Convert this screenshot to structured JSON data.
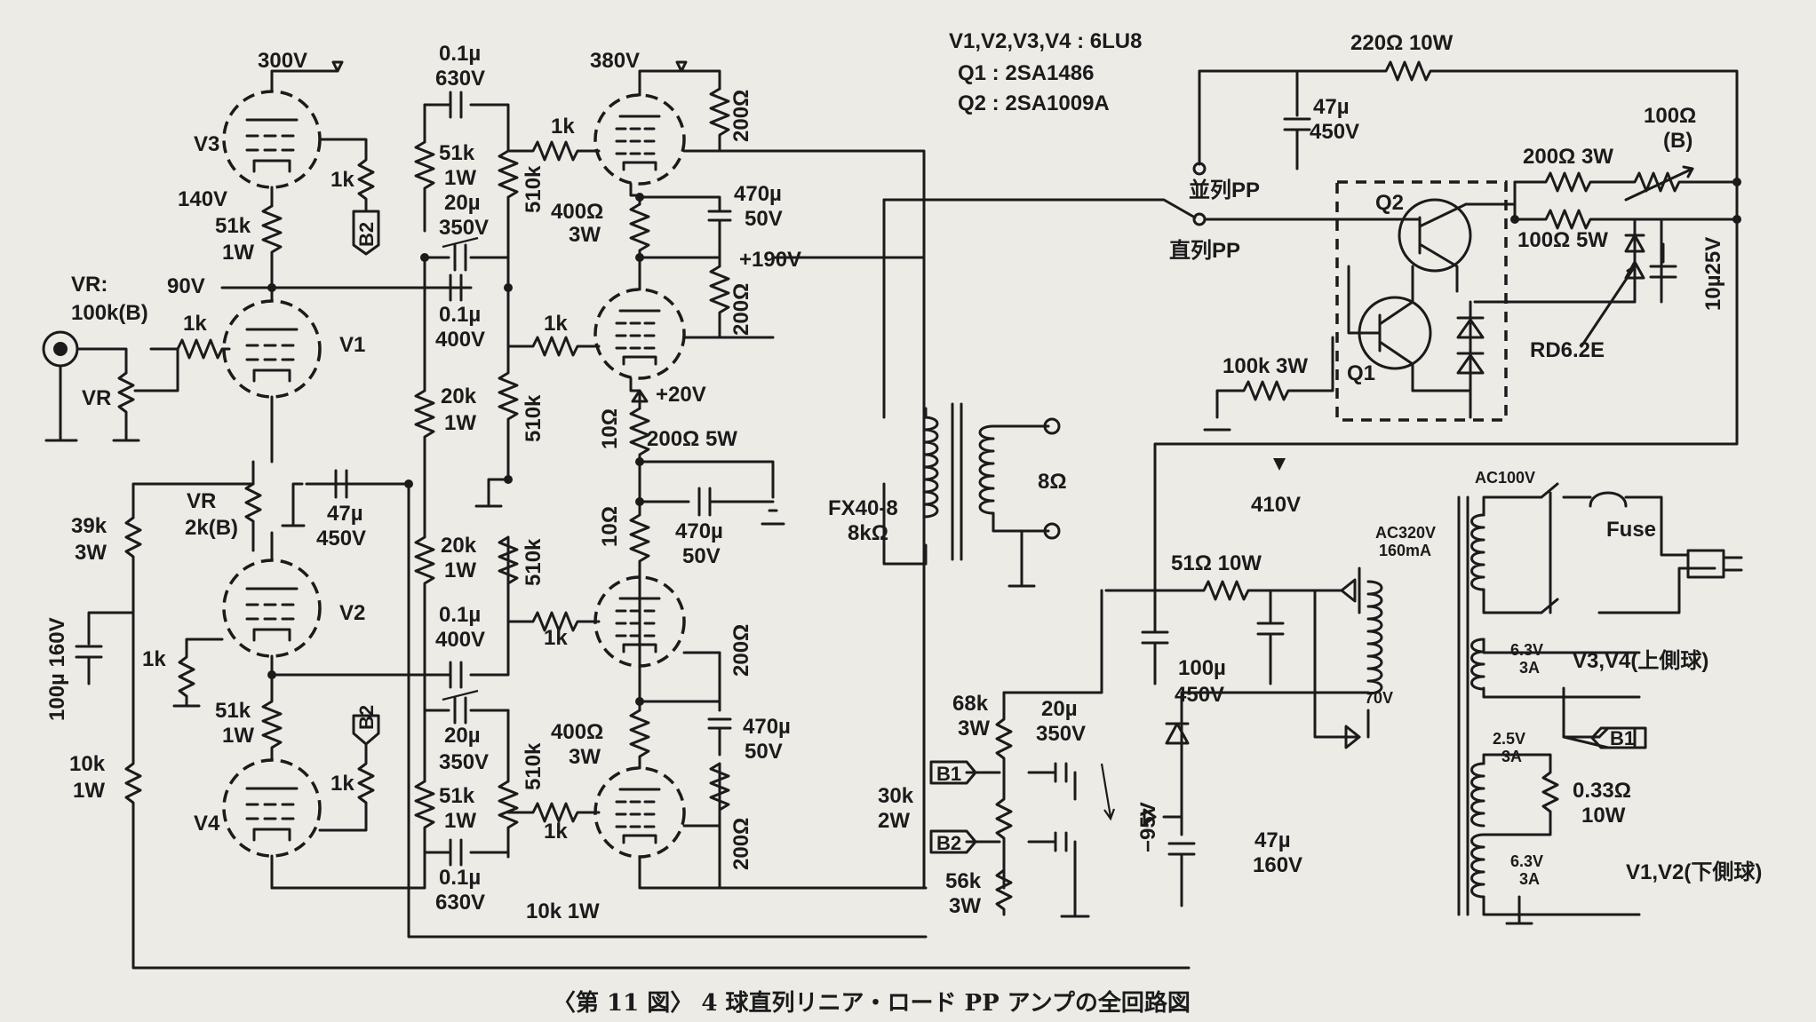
{
  "labels": {
    "tube_list": "V1,V2,V3,V4 : 6LU8",
    "q1_part": "Q1 : 2SA1486",
    "q2_part": "Q2 : 2SA1009A",
    "v300": "300V",
    "v380": "380V",
    "v140": "140V",
    "v90": "90V",
    "v190": "+190V",
    "v20": "+20V",
    "v410": "410V",
    "vneg95": "−95V",
    "v3": "V3",
    "v1": "V1",
    "v2": "V2",
    "v4": "V4",
    "vr_top_a": "VR:",
    "vr_top_b": "100k(B)",
    "vr_in": "VR",
    "vr2_a": "VR",
    "vr2_b": "2k(B)",
    "r1k_in": "1k",
    "r51k_a": "51k",
    "r1w_a": "1W",
    "r1k_v3": "1k",
    "b2_top": "B2",
    "c01_a": "0.1µ",
    "c630_a": "630V",
    "r51k_b": "51k",
    "r1w_b": "1W",
    "c20_a": "20µ",
    "c350_a": "350V",
    "r510k_a": "510k",
    "r1k_g1": "1k",
    "r200_a": "200Ω",
    "c470_a": "470µ",
    "c50_a": "50V",
    "r400_a": "400Ω",
    "r3w_a": "3W",
    "r200_b": "200Ω",
    "c01_b": "0.1µ",
    "c400_b": "400V",
    "r1k_g2": "1k",
    "r20k_a": "20k",
    "r1w_c": "1W",
    "r510k_b": "510k",
    "r10_a": "10Ω",
    "r200_5w": "200Ω 5W",
    "c470_b": "470µ",
    "c50_b": "50V",
    "r10_b": "10Ω",
    "r39k": "39k",
    "r3w_b": "3W",
    "c47_a": "47µ",
    "c450_a": "450V",
    "r20k_b": "20k",
    "r1w_d": "1W",
    "r510k_c": "510k",
    "c01_c": "0.1µ",
    "c400_c": "400V",
    "r1k_g3": "1k",
    "r200_c": "200Ω",
    "c100_160": "100µ 160V",
    "r1k_v2": "1k",
    "r51k_c": "51k",
    "r1w_e": "1W",
    "b2_mid": "B2",
    "c20_b": "20µ",
    "c350_b": "350V",
    "r400_b": "400Ω",
    "r3w_c": "3W",
    "c470_c": "470µ",
    "c50_c": "50V",
    "r510k_d": "510k",
    "r10k_a": "10k",
    "r1w_f": "1W",
    "r1k_v4": "1k",
    "r51k_d": "51k",
    "r1w_g": "1W",
    "r1k_g4": "1k",
    "r200_d": "200Ω",
    "c01_d": "0.1µ",
    "c630_d": "630V",
    "r10k_1w": "10k 1W",
    "r220_10w": "220Ω 10W",
    "c47_b": "47µ",
    "c450_b": "450V",
    "sw_par": "並列PP",
    "sw_ser": "直列PP",
    "q1": "Q1",
    "q2": "Q2",
    "r200_3w": "200Ω 3W",
    "r100_b_a": "100Ω",
    "r100_b_b": "(B)",
    "r100_5w": "100Ω 5W",
    "c10_25": "10µ25V",
    "rd62e": "RD6.2E",
    "r100k_3w": "100k 3W",
    "fx_a": "FX40-8",
    "fx_b": "8kΩ",
    "spk": "8Ω",
    "r68k": "68k",
    "r3w_d": "3W",
    "c20_c": "20µ",
    "c350_c": "350V",
    "b1_box": "B1",
    "b2_box": "B2",
    "r30k": "30k",
    "r2w": "2W",
    "r56k": "56k",
    "r3w_e": "3W",
    "r51_10w": "51Ω 10W",
    "c100_450_a": "100µ",
    "c100_450_b": "450V",
    "ac320_a": "AC320V",
    "ac320_b": "160mA",
    "tap70": "70V",
    "c47_c": "47µ",
    "c160_c": "160V",
    "ac100": "AC100V",
    "fuse": "Fuse",
    "h63_a": "6.3V",
    "h3a_a": "3A",
    "v3v4": "V3,V4(上側球)",
    "b1_out": "B1",
    "h25": "2.5V",
    "h3a_b": "3A",
    "r033_a": "0.33Ω",
    "r033_b": "10W",
    "h63_b": "6.3V",
    "h3a_c": "3A",
    "v1v2": "V1,V2(下側球)"
  },
  "caption": "〈第 11 図〉 4 球直列リニア・ロード PP アンプの全回路図"
}
